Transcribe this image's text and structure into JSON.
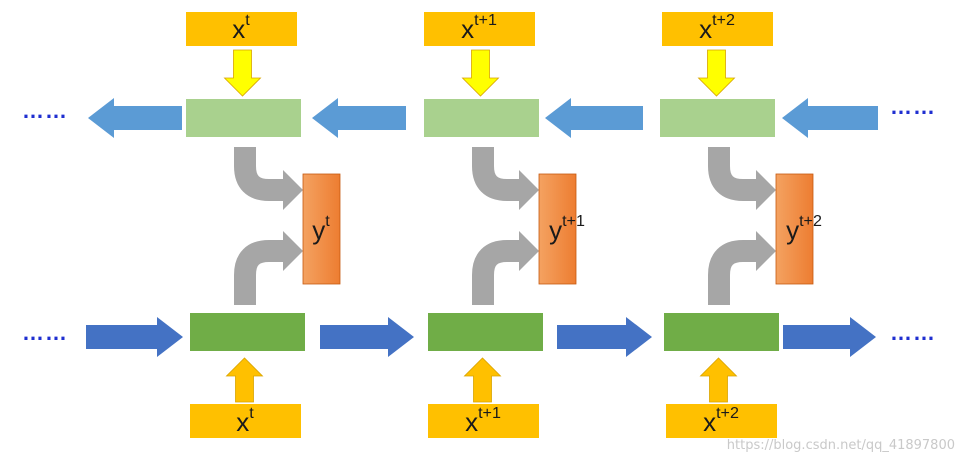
{
  "colors": {
    "input_box": "#ffc000",
    "input_arrow_top": "#ffff00",
    "input_arrow_bottom": "#ffc000",
    "state_top": "#a9d18e",
    "state_bottom": "#70ad47",
    "output_box": "#ed7d31",
    "flow_arrow_top": "#5b9bd5",
    "flow_arrow_bottom": "#4472c4",
    "merge_arrow": "#a6a6a6",
    "ellipsis": "#1f2fd0"
  },
  "ellipsis": "……",
  "steps": [
    {
      "top_input": {
        "base": "x",
        "sup": "t"
      },
      "bottom_input": {
        "base": "x",
        "sup": "t"
      },
      "output": {
        "base": "y",
        "sup": "t"
      }
    },
    {
      "top_input": {
        "base": "x",
        "sup": "t+1"
      },
      "bottom_input": {
        "base": "x",
        "sup": "t+1"
      },
      "output": {
        "base": "y",
        "sup": "t+1"
      }
    },
    {
      "top_input": {
        "base": "x",
        "sup": "t+2"
      },
      "bottom_input": {
        "base": "x",
        "sup": "t+2"
      },
      "output": {
        "base": "y",
        "sup": "t+2"
      }
    }
  ],
  "watermark": "https://blog.csdn.net/qq_41897800"
}
